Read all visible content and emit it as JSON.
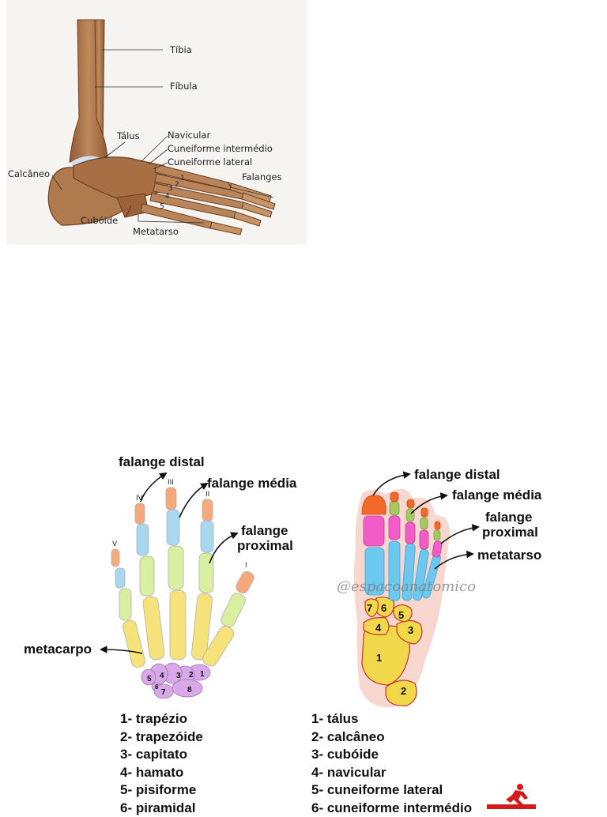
{
  "ankle": {
    "labels": {
      "tibia": "Tíbia",
      "fibula": "Fíbula",
      "talus": "Tálus",
      "navicular": "Navicular",
      "cuneiforme_intermedio": "Cuneiforme intermédio",
      "cuneiforme_lateral": "Cuneiforme lateral",
      "calcaneo": "Calcâneo",
      "falanges": "Falanges",
      "cuboide": "Cubóide",
      "metatarso": "Metatarso"
    },
    "metatarsal_numbers": [
      "1",
      "2",
      "3",
      "4",
      "5"
    ]
  },
  "hand": {
    "labels": {
      "falange_distal": "falange distal",
      "falange_media": "falange média",
      "falange_proximal_1": "falange",
      "falange_proximal_2": "proximal",
      "metacarpo": "metacarpo"
    },
    "finger_numerals": [
      "V",
      "IV",
      "III",
      "II",
      "I"
    ],
    "carpal_numbers": [
      "1",
      "2",
      "3",
      "4",
      "5",
      "6",
      "7",
      "8"
    ],
    "legend": [
      "1- trapézio",
      "2- trapezóide",
      "3- capitato",
      "4- hamato",
      "5- pisiforme",
      "6- piramidal"
    ]
  },
  "foot": {
    "labels": {
      "falange_distal": "falange distal",
      "falange_media": "falange média",
      "falange_proximal_1": "falange",
      "falange_proximal_2": "proximal",
      "metatarso": "metatarso"
    },
    "watermark": "@espacoanatomico",
    "tarsal_numbers": [
      "1",
      "2",
      "3",
      "4",
      "5",
      "6",
      "7"
    ],
    "legend": [
      "1- tálus",
      "2- calcâneo",
      "3- cubóide",
      "4- navicular",
      "5- cuneiforme lateral",
      "6- cuneiforme intermédio"
    ]
  },
  "colors": {
    "bone": "#b07a4f",
    "bone_dark": "#7a4a28",
    "distal": "#f6a97a",
    "middle": "#a8d8ee",
    "proximal": "#d8eea0",
    "metacarpal": "#f5e27a",
    "carpal": "#d9a8e8",
    "foot_distal": "#f26a2a",
    "foot_middle": "#a6c860",
    "foot_proximal": "#f25cc8",
    "foot_meta": "#6cc8ee",
    "foot_tarsal": "#f0d84a",
    "foot_bg": "#f8d7d0"
  }
}
